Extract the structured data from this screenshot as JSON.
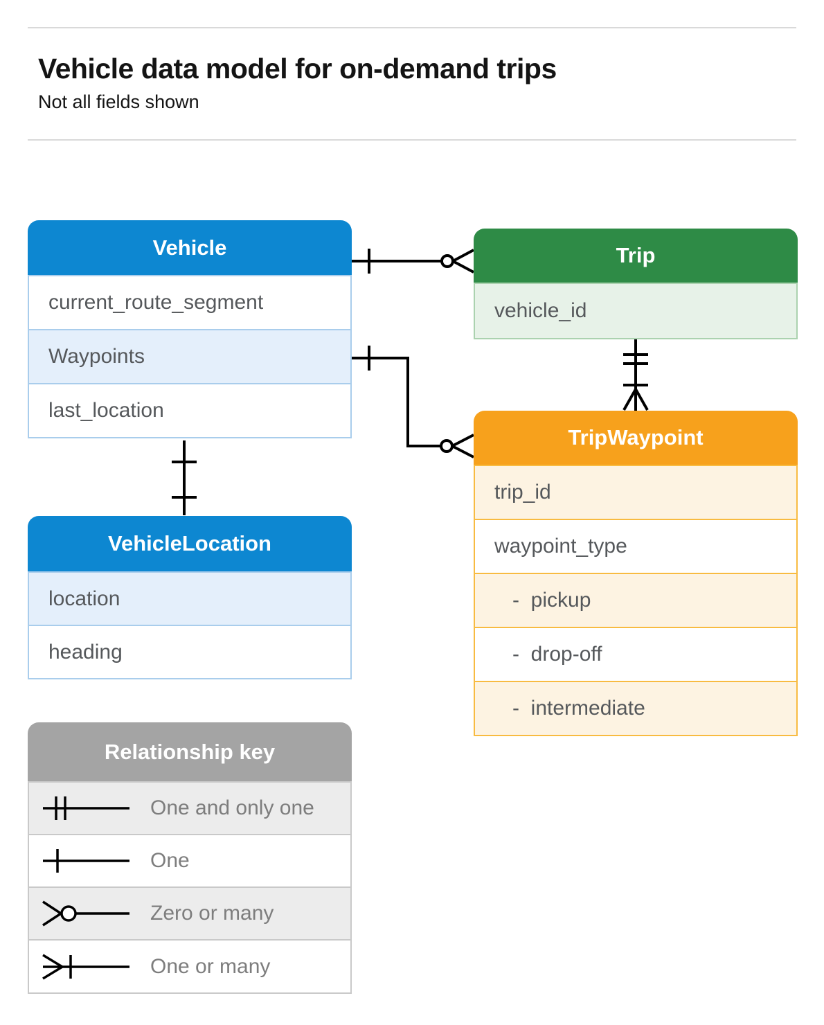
{
  "page": {
    "title": "Vehicle data model for on-demand trips",
    "subtitle": "Not all fields shown"
  },
  "colors": {
    "blue_header": "#0d87d1",
    "blue_row_shaded": "#e4effb",
    "blue_border": "#a9cdec",
    "green_header": "#2e8b46",
    "green_row_shaded": "#e7f2e8",
    "green_border": "#abd2af",
    "orange_header": "#f7a11c",
    "orange_row_shaded": "#fdf3e2",
    "orange_border": "#f8bb41",
    "gray_header": "#a4a4a4",
    "gray_row_shaded": "#ececec",
    "gray_border": "#c9c9c9",
    "field_text": "#55585b",
    "key_text": "#7d7d7d",
    "connector": "#000000",
    "divider": "#d9d9d9"
  },
  "entities": [
    {
      "title": "Vehicle",
      "theme": "blue",
      "fields": [
        {
          "label": "current_route_segment",
          "shaded": false
        },
        {
          "label": "Waypoints",
          "shaded": true
        },
        {
          "label": "last_location",
          "shaded": false
        }
      ]
    },
    {
      "title": "Trip",
      "theme": "green",
      "fields": [
        {
          "label": "vehicle_id",
          "shaded": true
        }
      ]
    },
    {
      "title": "TripWaypoint",
      "theme": "orange",
      "fields": [
        {
          "label": "trip_id",
          "shaded": true
        },
        {
          "label": "waypoint_type",
          "shaded": false
        },
        {
          "label": "-  pickup",
          "shaded": true
        },
        {
          "label": "-  drop-off",
          "shaded": false
        },
        {
          "label": "-  intermediate",
          "shaded": true
        }
      ]
    },
    {
      "title": "VehicleLocation",
      "theme": "blue",
      "fields": [
        {
          "label": "location",
          "shaded": true
        },
        {
          "label": "heading",
          "shaded": false
        }
      ]
    }
  ],
  "legend": {
    "title": "Relationship key",
    "items": [
      {
        "symbol": "one-and-only-one",
        "label": "One and only one"
      },
      {
        "symbol": "one",
        "label": "One"
      },
      {
        "symbol": "zero-or-many",
        "label": "Zero or many"
      },
      {
        "symbol": "one-or-many",
        "label": "One or many"
      }
    ]
  },
  "relationships": [
    {
      "from": "Vehicle",
      "to": "Trip",
      "from_end": "one",
      "to_end": "zero-or-many"
    },
    {
      "from": "Vehicle.Waypoints",
      "to": "TripWaypoint",
      "from_end": "one",
      "to_end": "zero-or-many"
    },
    {
      "from": "Trip",
      "to": "TripWaypoint",
      "from_end": "one-and-only-one",
      "to_end": "one-or-many"
    },
    {
      "from": "Vehicle",
      "to": "VehicleLocation",
      "from_end": "one",
      "to_end": "one"
    }
  ]
}
